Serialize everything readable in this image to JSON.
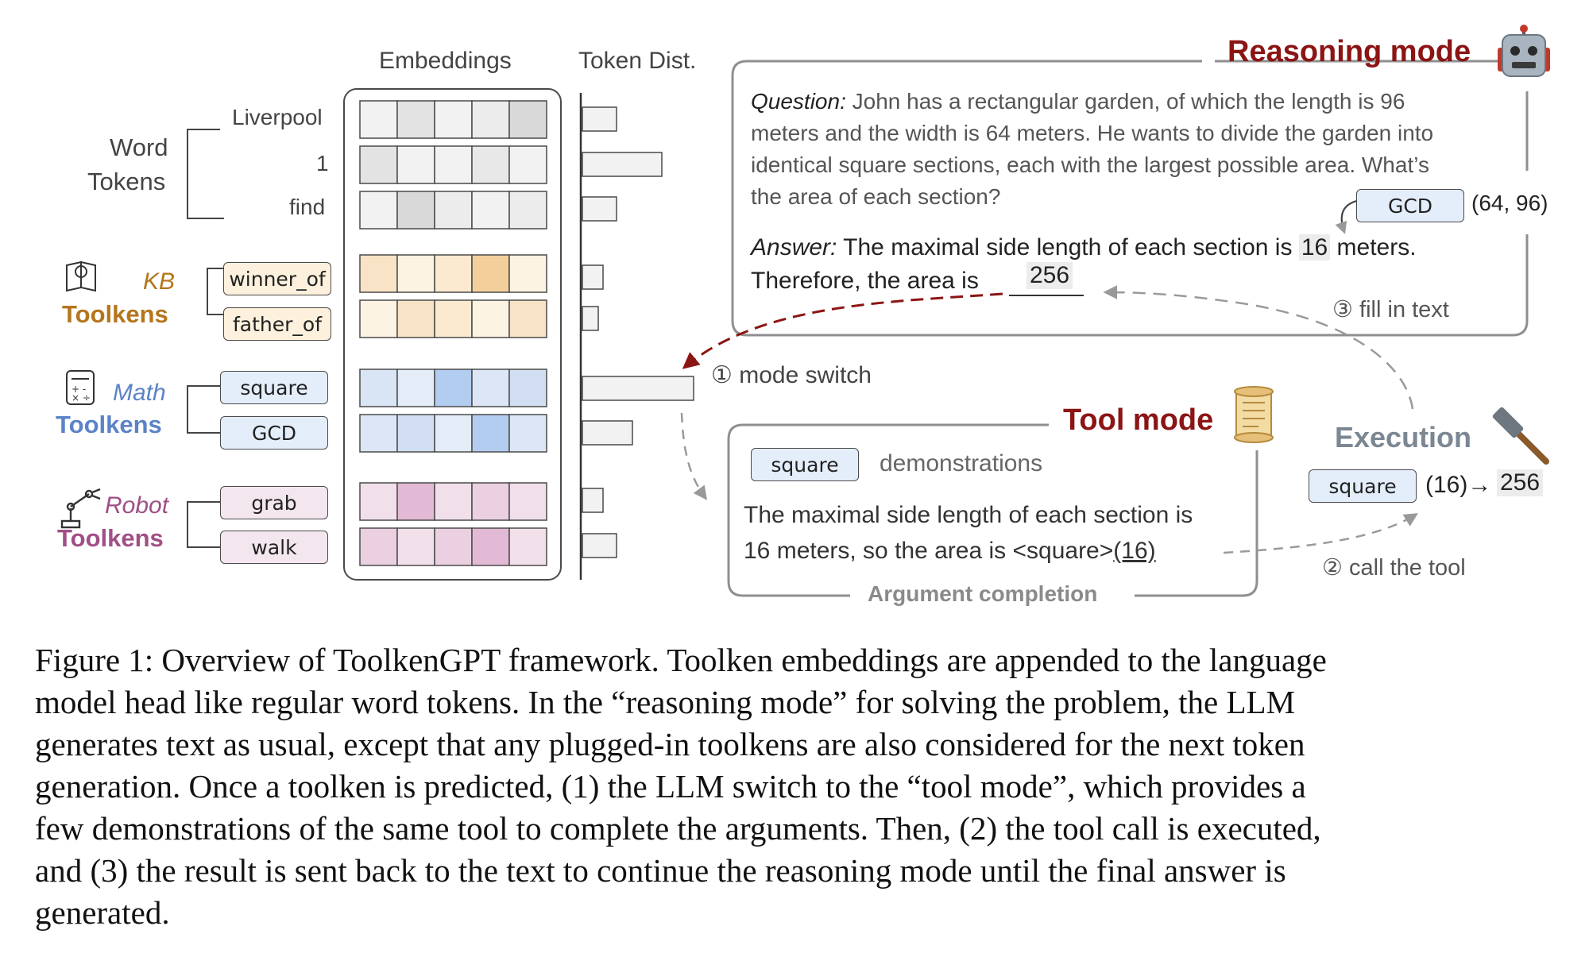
{
  "headers": {
    "embeddings": "Embeddings",
    "token_dist": "Token Dist."
  },
  "word_group": {
    "label_line1": "Word",
    "label_line2": "Tokens",
    "tokens": [
      "Liverpool",
      "1",
      "find"
    ]
  },
  "kb_group": {
    "label_top": "KB",
    "label_bottom": "Toolkens",
    "tokens": [
      "winner_of",
      "father_of"
    ]
  },
  "math_group": {
    "label_top": "Math",
    "label_bottom": "Toolkens",
    "tokens": [
      "square",
      "GCD"
    ]
  },
  "robot_group": {
    "label_top": "Robot",
    "label_bottom": "Toolkens",
    "tokens": [
      "grab",
      "walk"
    ]
  },
  "reasoning": {
    "title": "Reasoning mode",
    "question_label": "Question:",
    "question_lines": [
      "John has a rectangular garden, of which the length is 96",
      "meters and the width is 64 meters. He wants to divide the garden into",
      "identical square sections, each with the largest possible area. What’s",
      "the area of each section?"
    ],
    "gcd_token": "GCD",
    "gcd_args": "(64, 96)",
    "answer_label": "Answer:",
    "answer_line1": "The maximal side length of each section is",
    "answer_value": "16",
    "answer_unit": "meters.",
    "answer_line2": "Therefore, the area is",
    "answer_result": "256"
  },
  "steps": {
    "mode_switch": "① mode switch",
    "call_tool": "② call the tool",
    "fill_text": "③ fill in text"
  },
  "tool": {
    "title": "Tool mode",
    "token": "square",
    "demonstrations": "demonstrations",
    "line1": "The maximal side length of each section is",
    "line2_prefix": "16 meters, so the area is <square>",
    "line2_arg": "(16)",
    "footer": "Argument completion"
  },
  "execution": {
    "title": "Execution",
    "token": "square",
    "call": "(16)→",
    "result": "256"
  },
  "caption_lines": [
    "Figure 1: Overview of ToolkenGPT framework. Toolken embeddings are appended to the language",
    "model head like regular word tokens. In the “reasoning mode” for solving the problem, the LLM",
    "generates text as usual, except that any plugged-in toolkens are also considered for the next token",
    "generation. Once a toolken is predicted, (1) the LLM switch to the “tool mode”, which provides a",
    "few demonstrations of the same tool to complete the arguments. Then, (2) the tool call is executed,",
    "and (3) the result is sent back to the text to continue the reasoning mode until the final answer is",
    "generated."
  ],
  "colors": {
    "kb": "#b5751c",
    "math": "#5b83c7",
    "robot": "#a04f86",
    "mode_title": "#8b1414",
    "execution": "#7b8793"
  }
}
